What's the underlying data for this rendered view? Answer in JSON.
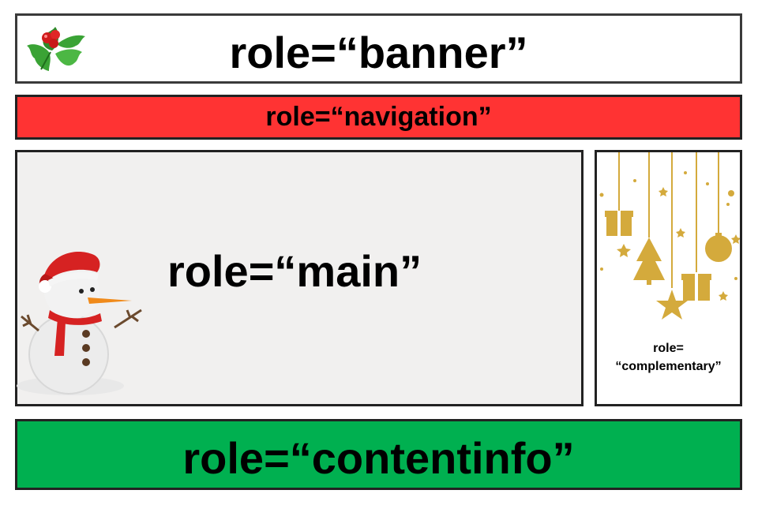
{
  "banner": {
    "label": "role=“banner”"
  },
  "navigation": {
    "label": "role=“navigation”"
  },
  "main": {
    "label": "role=“main”"
  },
  "complementary": {
    "label_line1": "role=",
    "label_line2": "“complementary”"
  },
  "contentinfo": {
    "label": "role=“contentinfo”"
  },
  "colors": {
    "navigation_bg": "#ff3333",
    "contentinfo_bg": "#00b050",
    "main_bg": "#f1f0ef",
    "ornament_gold": "#d4aa3c"
  },
  "icons": [
    "holly-icon",
    "snowman-icon",
    "hanging-ornaments-icon"
  ]
}
